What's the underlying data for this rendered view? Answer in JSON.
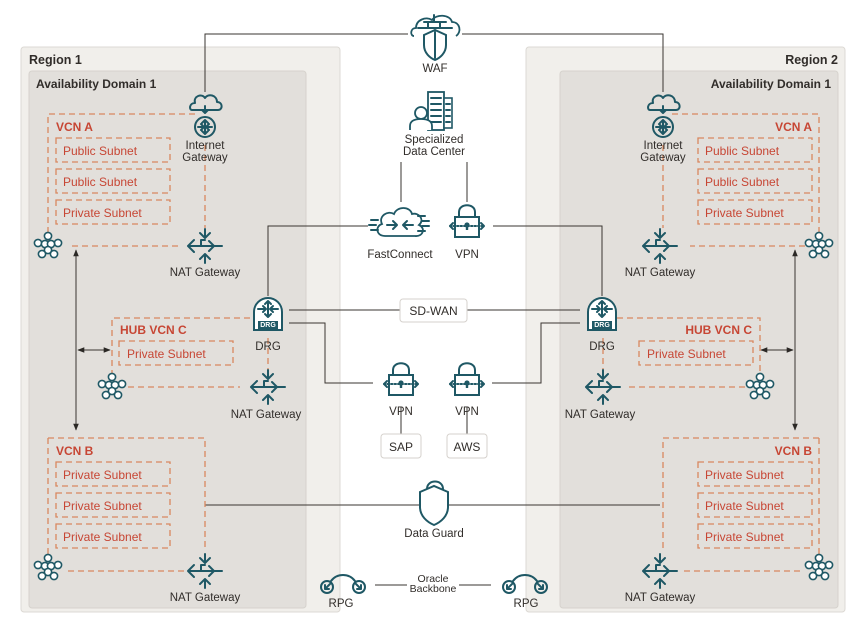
{
  "regions": [
    {
      "label": "Region 1",
      "availability_domain": "Availability Domain 1"
    },
    {
      "label": "Region 2",
      "availability_domain": "Availability Domain 1"
    }
  ],
  "vcn_a": {
    "label": "VCN A",
    "subnets": [
      "Public Subnet",
      "Public Subnet",
      "Private Subnet"
    ]
  },
  "hub_vcn": {
    "label": "HUB VCN C",
    "subnets": [
      "Private Subnet"
    ]
  },
  "vcn_b": {
    "label": "VCN B",
    "subnets": [
      "Private Subnet",
      "Private Subnet",
      "Private Subnet"
    ]
  },
  "gateways": {
    "internet": "Internet Gateway",
    "internet_line1": "Internet",
    "internet_line2": "Gateway",
    "nat": "NAT Gateway",
    "drg": "DRG",
    "drg_badge": "DRG",
    "rpg": "RPG"
  },
  "center": {
    "waf": "WAF",
    "data_center_line1": "Specialized",
    "data_center_line2": "Data Center",
    "fastconnect": "FastConnect",
    "vpn": "VPN",
    "sdwan": "SD-WAN",
    "sap": "SAP",
    "aws": "AWS",
    "data_guard": "Data Guard",
    "backbone_line1": "Oracle",
    "backbone_line2": "Backbone"
  },
  "colors": {
    "icon": "#1f5865",
    "vcn_border": "#d9885f",
    "vcn_text": "#c74634",
    "region_bg": "#f1efeb",
    "ad_bg": "#e2dfdb",
    "line": "#3a3632"
  }
}
